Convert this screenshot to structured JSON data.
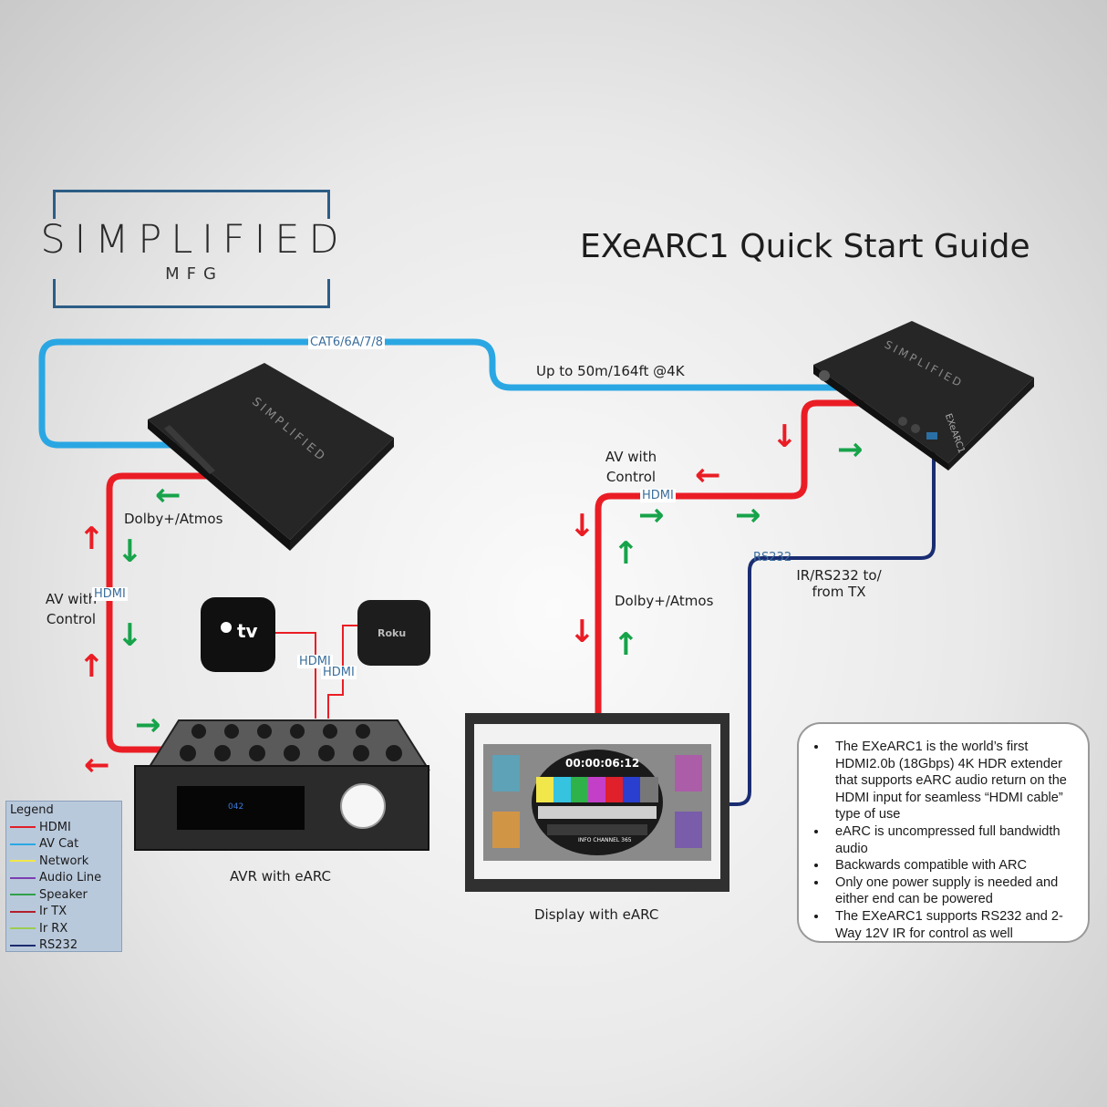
{
  "logo": {
    "name": "SIMPLIFIED",
    "sub": "MFG"
  },
  "title": "EXeARC1 Quick Start Guide",
  "labels": {
    "cat_cable": "CAT6/6A/7/8",
    "distance": "Up to 50m/164ft @4K",
    "dolby_left": "Dolby+/Atmos",
    "av_control_left_1": "AV with",
    "av_control_left_2": "Control",
    "hdmi_left": "HDMI",
    "av_control_right_1": "AV with",
    "av_control_right_2": "Control",
    "hdmi_right": "HDMI",
    "dolby_right": "Dolby+/Atmos",
    "rs232_tag": "RS232",
    "ir_rs232_1": "IR/RS232 to/",
    "ir_rs232_2": "from TX",
    "hdmi_src_1": "HDMI",
    "hdmi_src_2": "HDMI",
    "avr_caption": "AVR with eARC",
    "display_caption": "Display with eARC",
    "avr_display": "042",
    "device_text_tx": "SIMPLIFIED",
    "device_text_rx": "SIMPLIFIED",
    "device_model": "EXeARC1",
    "apple_tv": "tv",
    "roku": "Roku",
    "timecode": "00:00:06:12",
    "tv_channel": "INFO CHANNEL 365"
  },
  "legend": {
    "title": "Legend",
    "items": [
      {
        "label": "HDMI",
        "color": "#e0202a"
      },
      {
        "label": "AV Cat",
        "color": "#2aa7e3"
      },
      {
        "label": "Network",
        "color": "#f1e64a"
      },
      {
        "label": "Audio Line",
        "color": "#7a3fb0"
      },
      {
        "label": "Speaker",
        "color": "#2fa04a"
      },
      {
        "label": "Ir TX",
        "color": "#b21f2a"
      },
      {
        "label": "Ir RX",
        "color": "#9acd52"
      },
      {
        "label": "RS232",
        "color": "#1b2b6e"
      }
    ]
  },
  "info": [
    "The EXeARC1 is the world’s first HDMI2.0b (18Gbps) 4K HDR extender that supports eARC audio return on the HDMI input for seamless “HDMI cable” type of use",
    "eARC is uncompressed full bandwidth audio",
    "Backwards compatible with ARC",
    "Only one power supply is needed and either end can be powered",
    "The EXeARC1 supports RS232 and 2-Way 12V IR for control as well"
  ],
  "colors": {
    "hdmi": "#ea1d25",
    "cat": "#2aa7e3",
    "rs232": "#1a2d72",
    "signal_green": "#17a34a",
    "logo_frame": "#2c5d86"
  }
}
